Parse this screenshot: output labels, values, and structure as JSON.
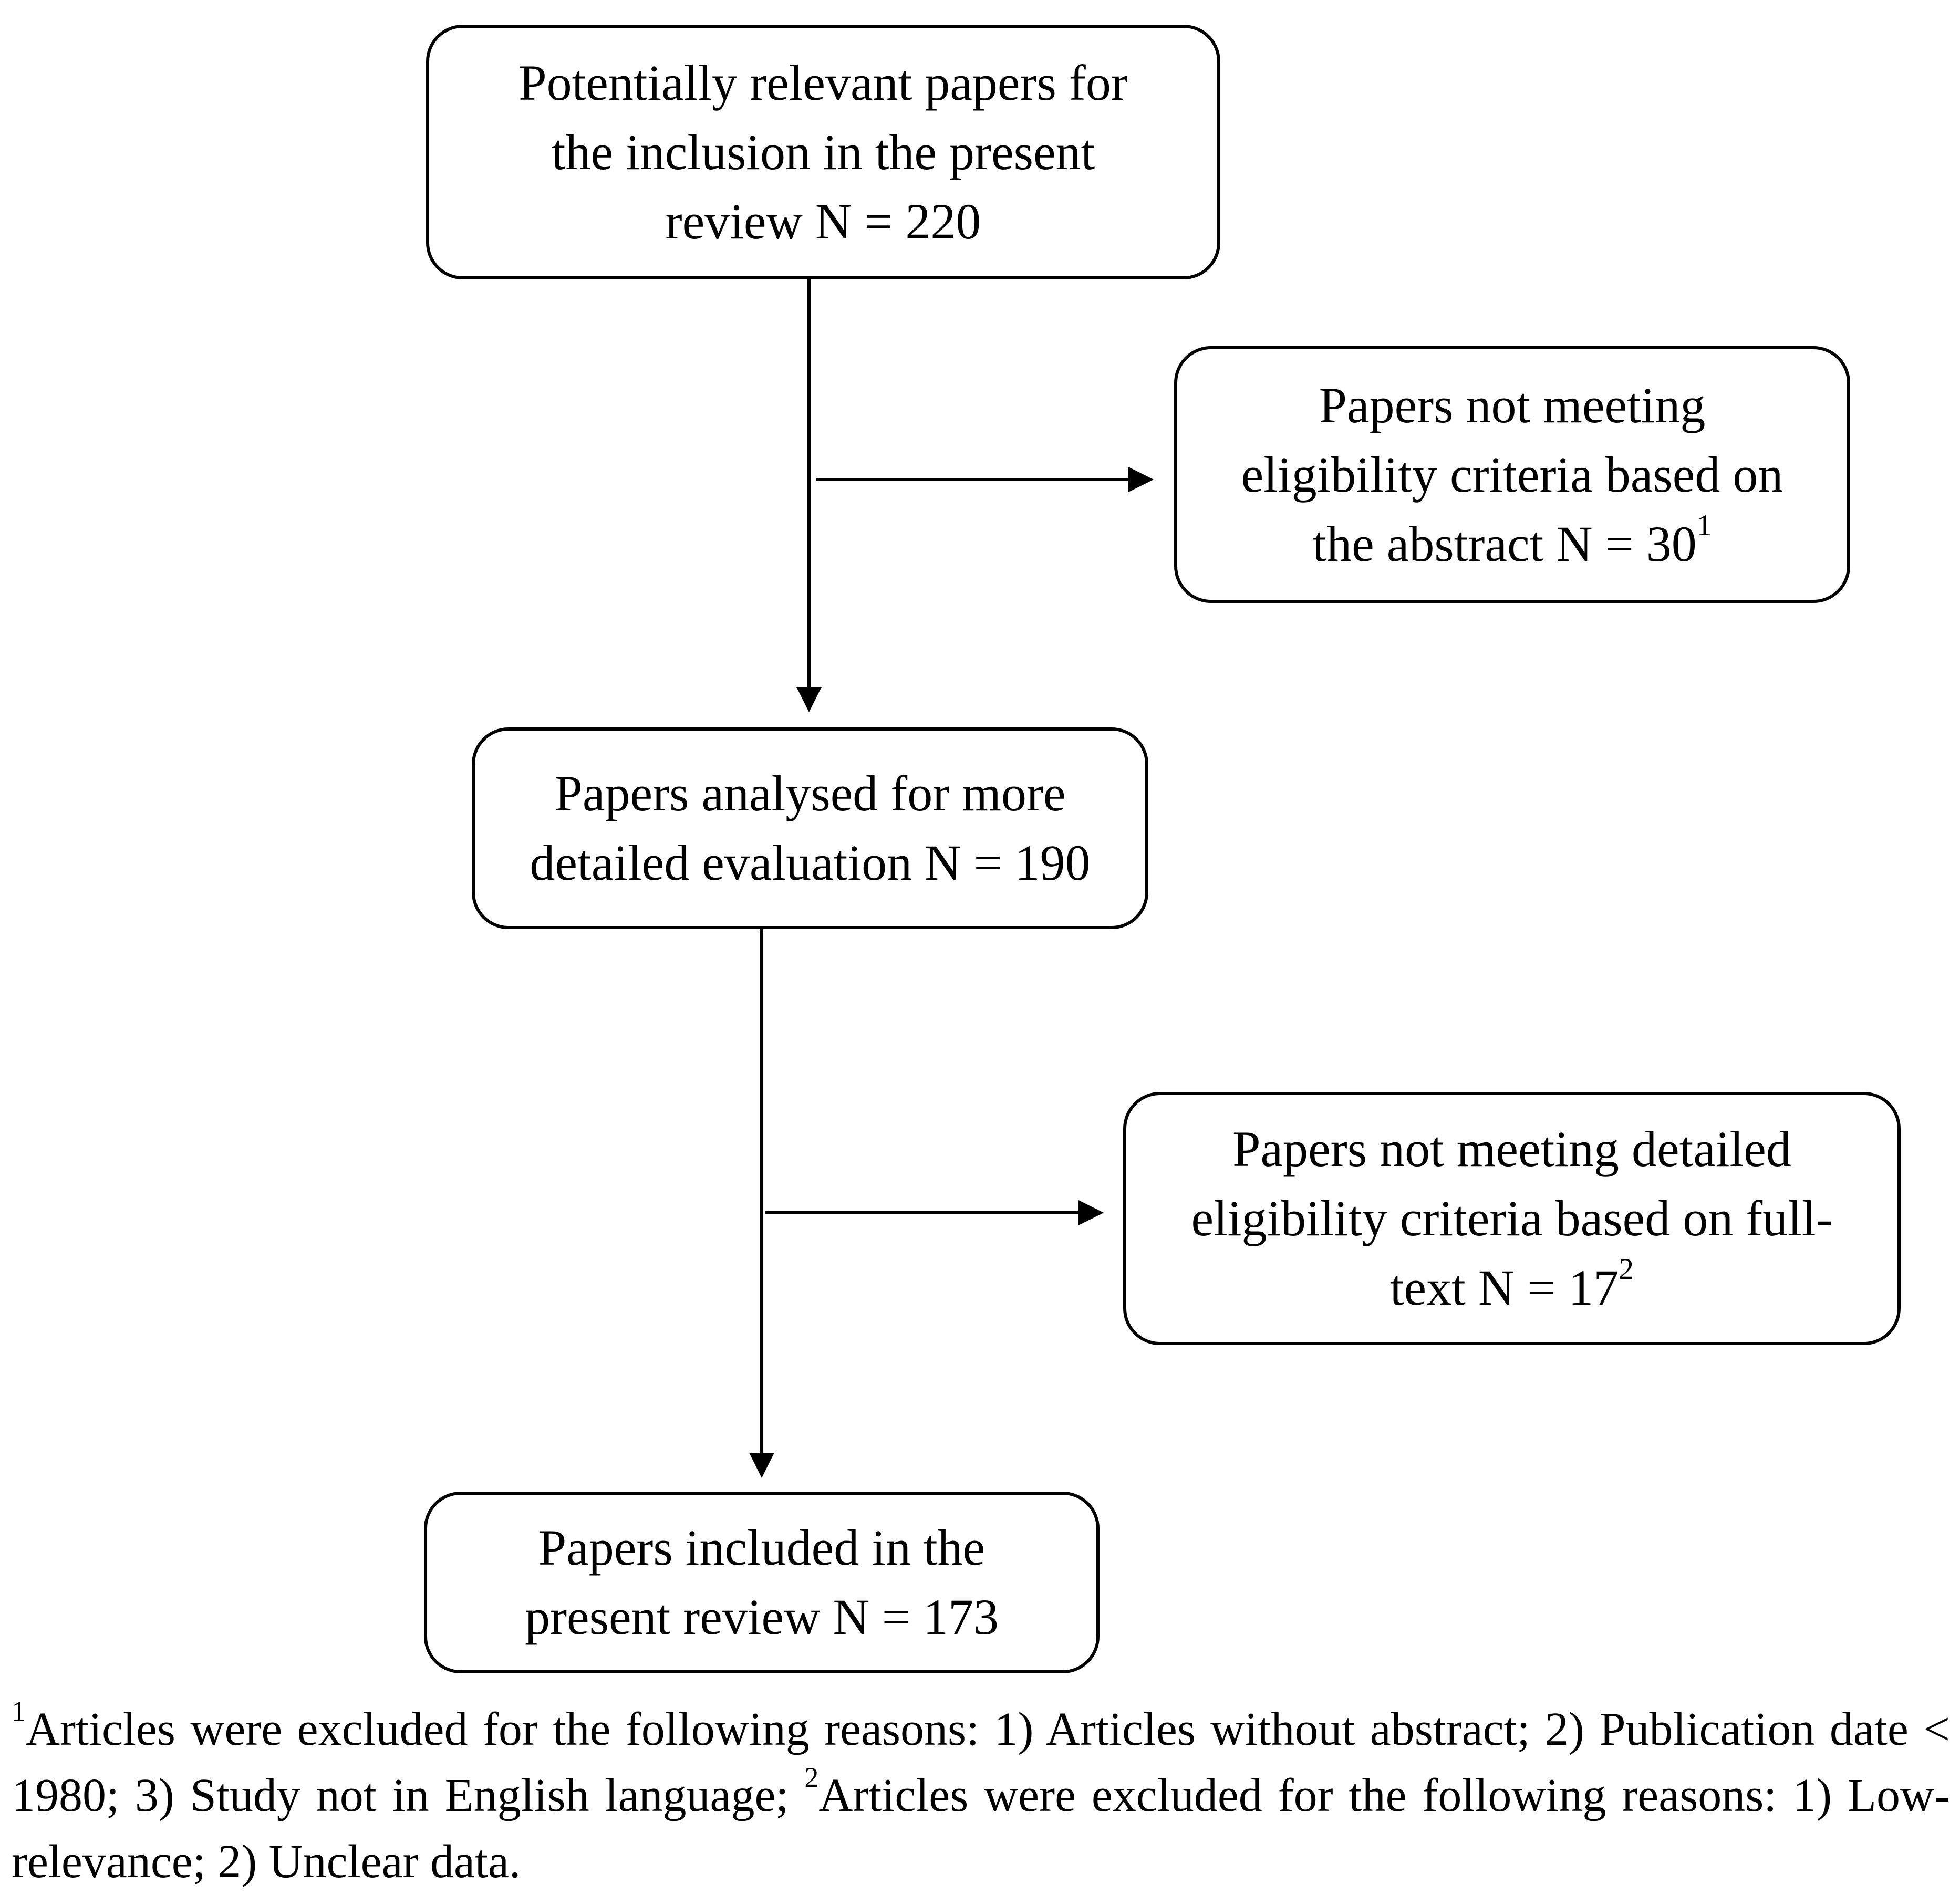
{
  "flowchart": {
    "boxes": {
      "box1": {
        "lines": [
          "Potentially relevant papers for",
          "the inclusion in the present",
          "review N = 220"
        ],
        "note": ""
      },
      "box2": {
        "lines": [
          "Papers not meeting",
          "eligibility criteria based on",
          "the abstract N = 30"
        ],
        "note": "1"
      },
      "box3": {
        "lines": [
          "Papers analysed for more",
          "detailed evaluation N = 190"
        ],
        "note": ""
      },
      "box4": {
        "lines": [
          "Papers not meeting detailed",
          "eligibility criteria based on full-",
          "text N = 17"
        ],
        "note": "2"
      },
      "box5": {
        "lines": [
          "Papers included in the",
          "present review N = 173"
        ],
        "note": ""
      }
    },
    "connectors": [
      {
        "from": "box1",
        "to": "box3"
      },
      {
        "from": "box1",
        "to": "box2"
      },
      {
        "from": "box3",
        "to": "box5"
      },
      {
        "from": "box3",
        "to": "box4"
      }
    ]
  },
  "footnote": {
    "marker1": "1",
    "part1": "Articles were excluded for the following reasons: 1) Articles without abstract; 2) Publication date < 1980; 3) Study not in English language; ",
    "marker2": "2",
    "part2": "Articles were excluded for the following reasons: 1) Low-relevance; 2) Unclear data."
  }
}
